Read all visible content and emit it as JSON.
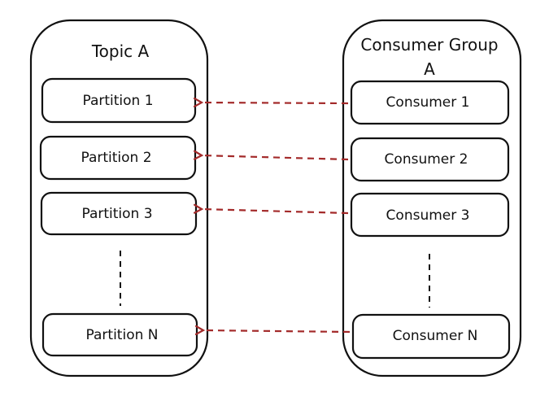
{
  "topic": {
    "title": "Topic A",
    "partitions": [
      "Partition 1",
      "Partition 2",
      "Partition 3",
      "Partition N"
    ]
  },
  "consumer_group": {
    "title_line1": "Consumer Group",
    "title_line2": "A",
    "consumers": [
      "Consumer 1",
      "Consumer 2",
      "Consumer 3",
      "Consumer N"
    ]
  },
  "colors": {
    "stroke": "#111111",
    "arrow": "#a32a2a",
    "background": "#ffffff"
  }
}
